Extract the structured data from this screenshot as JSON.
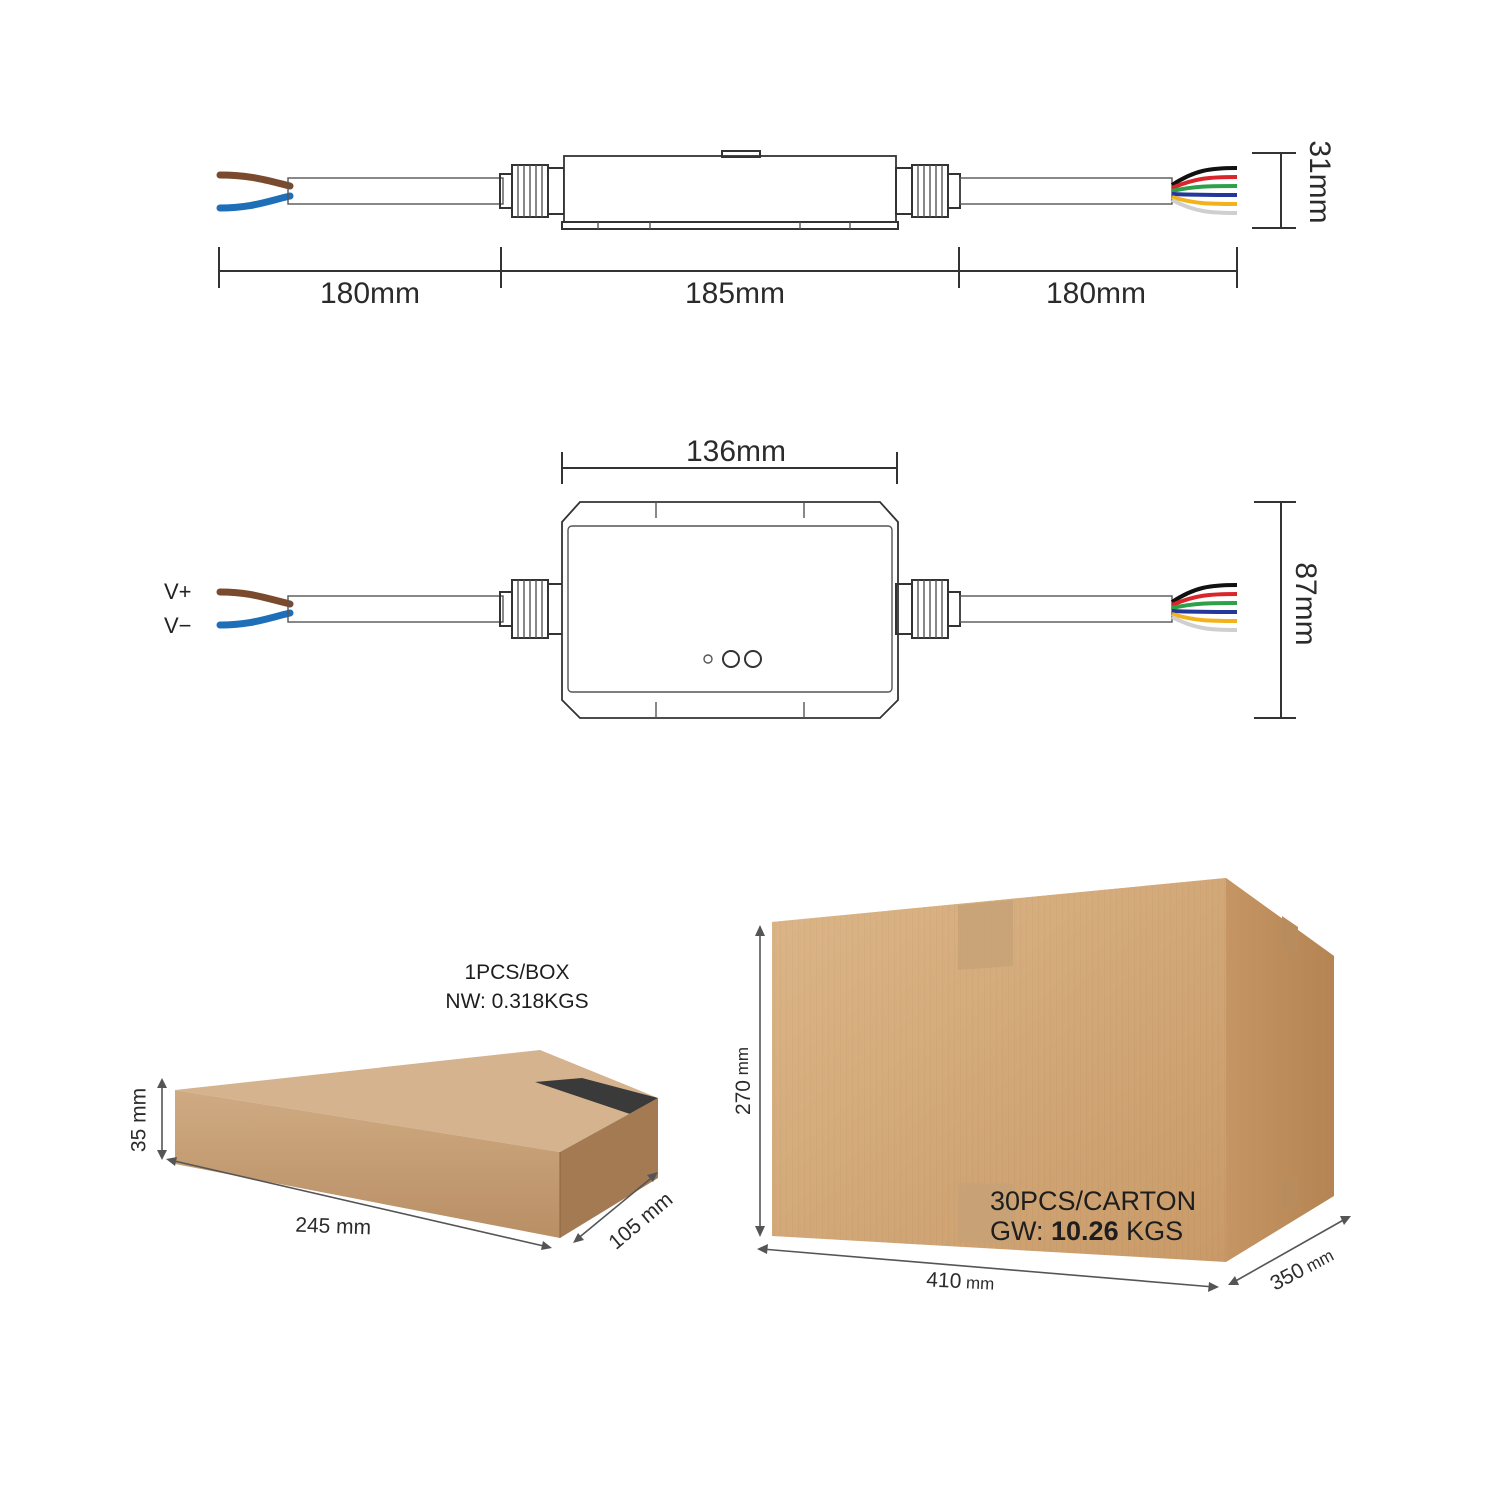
{
  "side_view": {
    "left_cable_length": "180mm",
    "body_length": "185mm",
    "right_cable_length": "180mm",
    "height": "31mm"
  },
  "top_view": {
    "body_width": "136mm",
    "height": "87mm",
    "vplus_label": "V+",
    "vminus_label": "V−"
  },
  "small_box": {
    "line1": "1PCS/BOX",
    "line2": "NW: 0.318KGS",
    "height_label": "35 mm",
    "length_label": "245 mm",
    "depth_label": "105 mm"
  },
  "carton": {
    "line1": "30PCS/CARTON",
    "gw_prefix": "GW: ",
    "gw_value": "10.26",
    "gw_unit": " KGS",
    "height_num": "270",
    "height_unit": " mm",
    "length_num": "410",
    "length_unit": " mm",
    "depth_num": "350",
    "depth_unit": " mm"
  },
  "colors": {
    "brown_wire": "#7a4a2e",
    "blue_wire": "#1f6fb8",
    "black_wire": "#111111",
    "red_wire": "#d9262b",
    "green_wire": "#2ea04a",
    "navy_wire": "#23389a",
    "yellow_wire": "#f2b21b",
    "white_wire": "#cfcfcf",
    "kraft": "#c9a57e",
    "carton": "#d8ad7d"
  }
}
